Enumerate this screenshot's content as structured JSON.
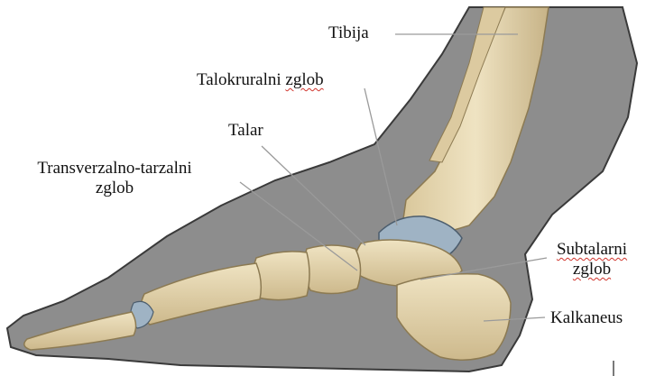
{
  "labels": {
    "tibija": "Tibija",
    "talokruralni_a": "Talokruralni ",
    "talokruralni_b": "zglob",
    "talar": "Talar",
    "transverzalno_line1": "Transverzalno-tarzalni",
    "transverzalno_line2": "zglob",
    "subtalarni_line1": "Subtalarni",
    "subtalarni_line2": "zglob",
    "kalkaneus": "Kalkaneus"
  },
  "colors": {
    "skin": "#8c8c8c",
    "bone": "#e6d7b0",
    "bone_shade": "#c7b387",
    "cartilage": "#9fb3c4",
    "leader": "#9a9a9a"
  }
}
